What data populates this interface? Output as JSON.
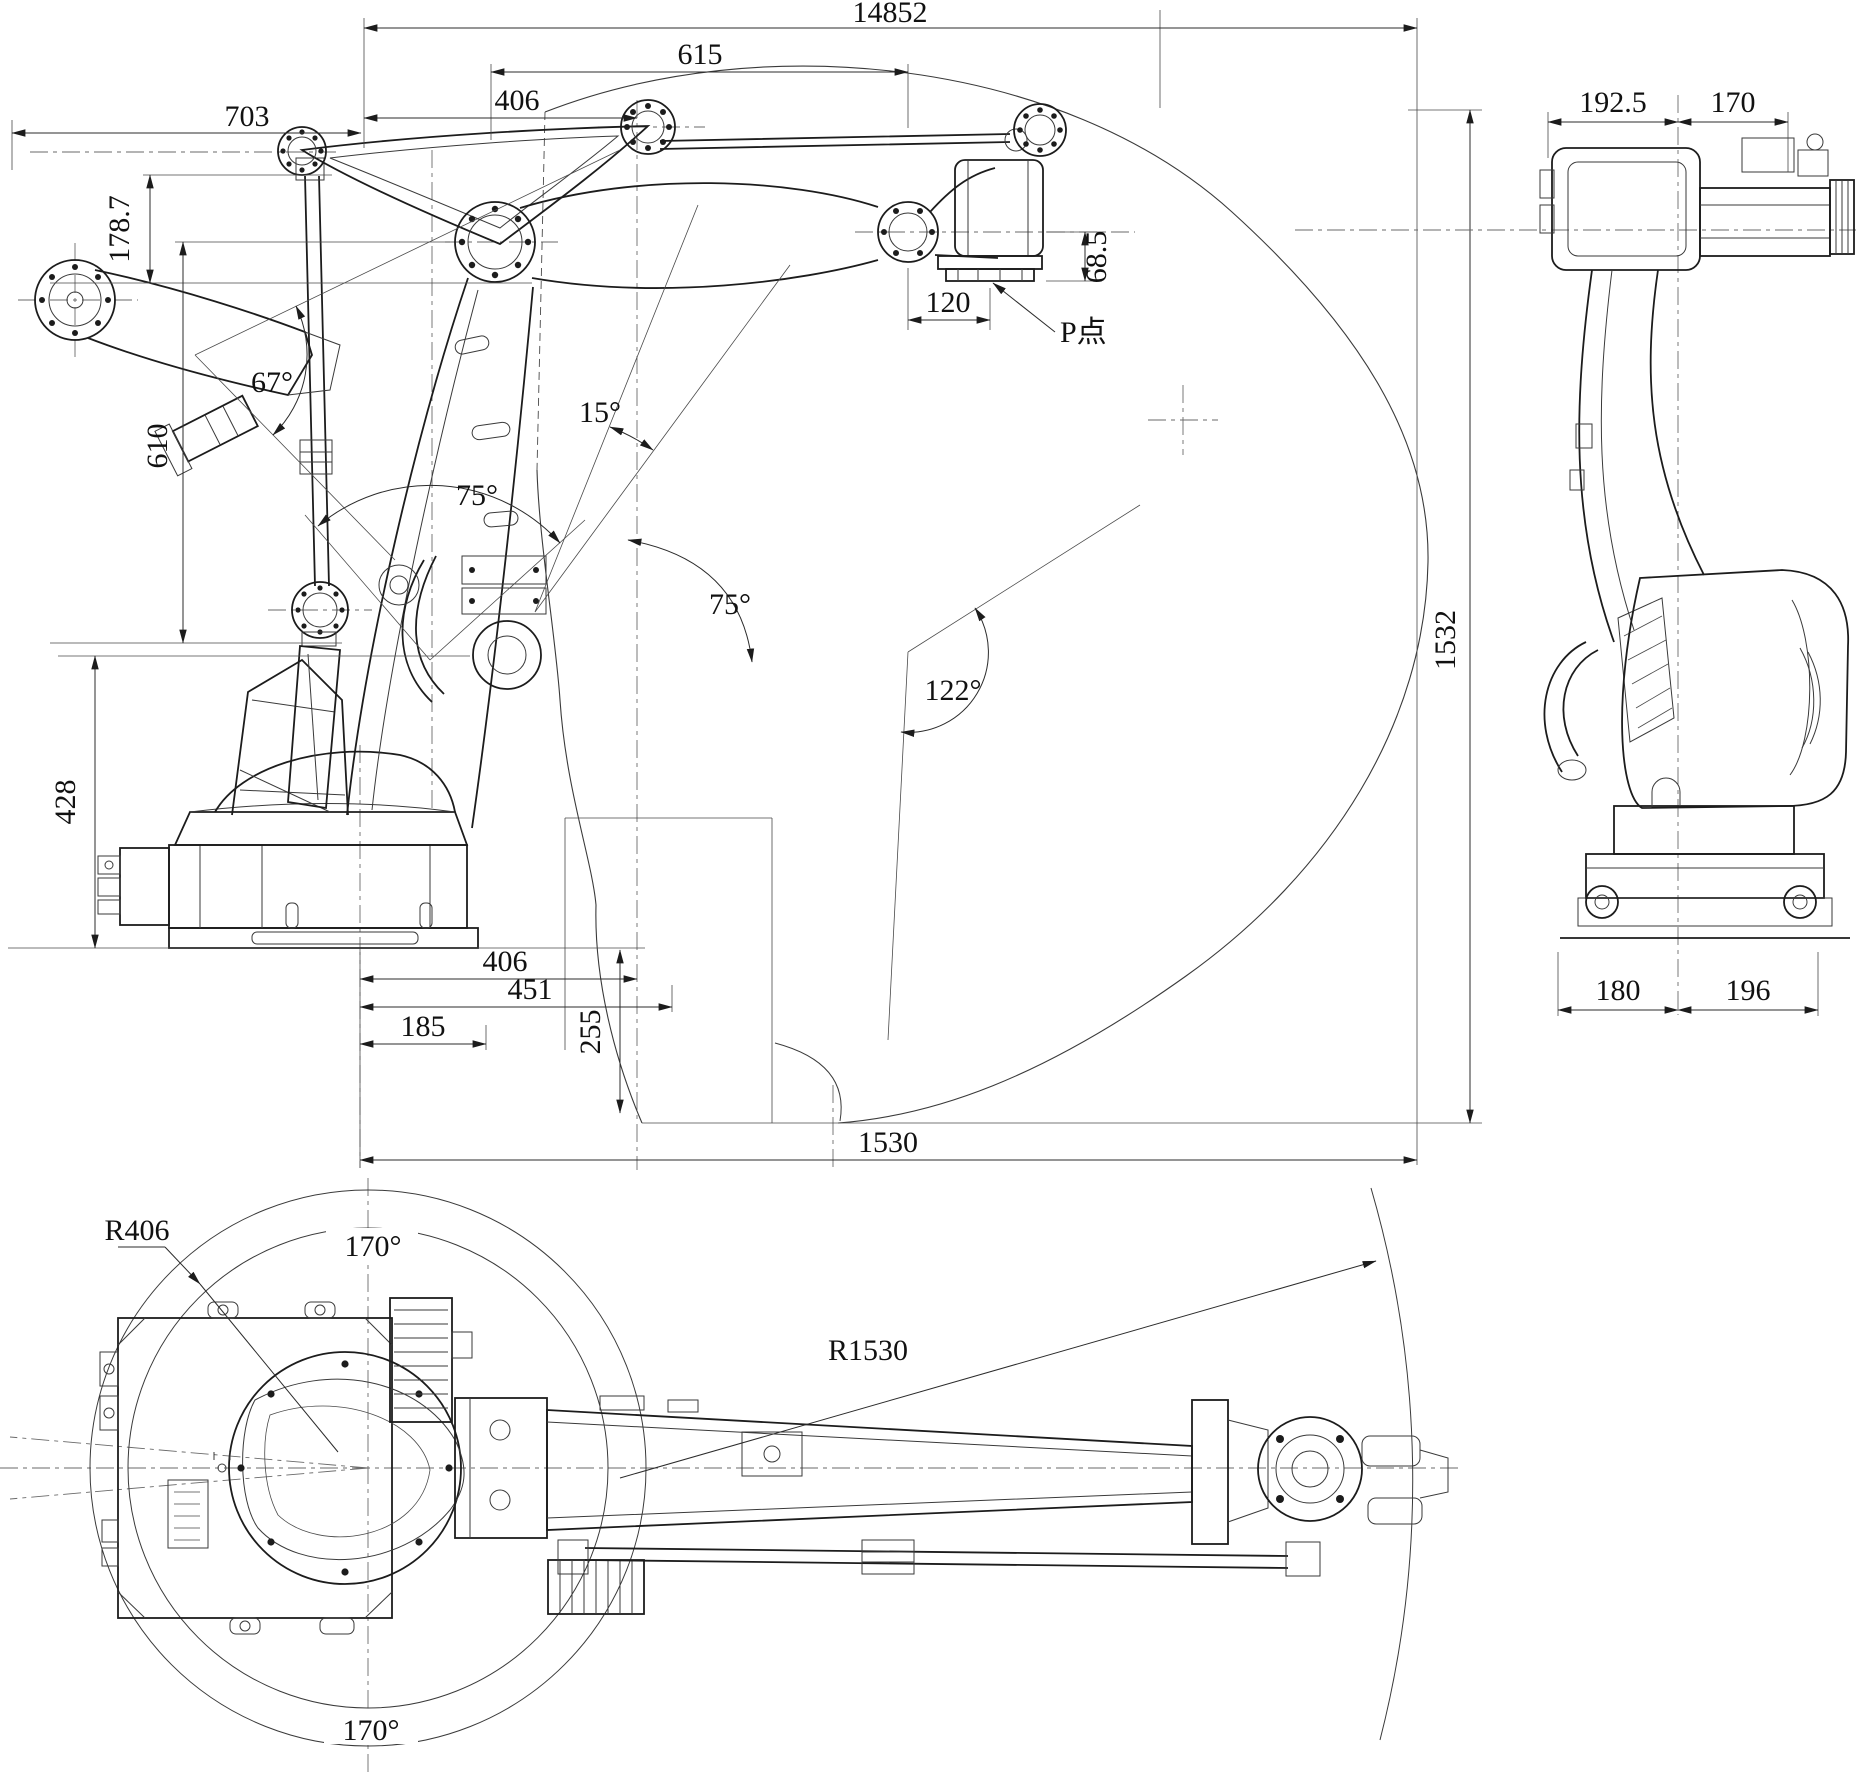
{
  "drawing": {
    "front_view": {
      "d14852": "14852",
      "d615": "615",
      "d406_top": "406",
      "d703": "703",
      "d178_7": "178.7",
      "d610": "610",
      "d428": "428",
      "a67": "67°",
      "a15": "15°",
      "a75_upper": "75°",
      "a75_lower": "75°",
      "a122": "122°",
      "d68_5": "68.5",
      "d120": "120",
      "p_point": "P点",
      "d1532": "1532",
      "d406_bottom": "406",
      "d451": "451",
      "d185": "185",
      "d255": "255",
      "d1530": "1530"
    },
    "side_view": {
      "d192_5": "192.5",
      "d170": "170",
      "d180": "180",
      "d196": "196"
    },
    "top_view": {
      "r406": "R406",
      "a170_top": "170°",
      "r1530": "R1530",
      "a170_bottom": "170°"
    }
  }
}
